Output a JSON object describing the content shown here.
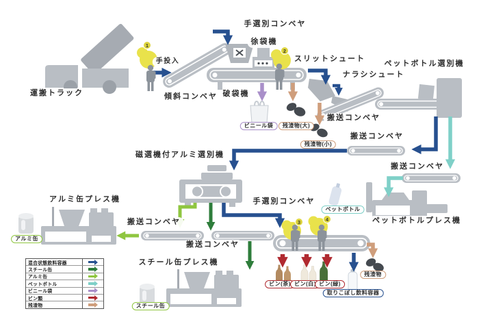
{
  "colors": {
    "mixed": "#27508f",
    "steel": "#2e7d3b",
    "aluminum": "#8fc640",
    "pet": "#7fd0c8",
    "vinyl": "#a98fc9",
    "bottles": "#b02a30",
    "residue": "#cf9e7c",
    "machine": "#b9bec4",
    "machine_dark": "#a6abb2",
    "blob": "#454a50",
    "person": "#8c939b",
    "highlight_yellow": "#e9e24b",
    "badge_yellow": "#ddd43e"
  },
  "labels": {
    "truck": "運搬トラック",
    "hand_input": "手投入",
    "incline_conveyor": "傾斜コンベヤ",
    "hand_sort_conveyor_top": "手選別コンベヤ",
    "bag_breaker": "破袋機",
    "bag_remover": "徐袋機",
    "slit_chute": "スリットシュート",
    "narashi_chute": "ナラシシュート",
    "pet_sorter": "ペットボトル選別機",
    "transport_conveyor": "搬送コンベヤ",
    "magnetic_aluminum_sorter": "磁選機付アルミ選別機",
    "hand_sort_conveyor_bottom": "手選別コンベヤ",
    "aluminum_press": "アルミ缶プレス機",
    "steel_press": "スチール缶プレス機",
    "pet_press": "ペットボトルプレス機",
    "vinyl_bag": "ビニール袋",
    "residue_large": "残渣物(大)",
    "residue_small": "残渣物(小)",
    "residue": "残渣物",
    "aluminum_can": "アルミ缶",
    "steel_can": "スチール缶",
    "pet_bottle": "ペットボトル",
    "bottle_brown": "ビン(茶)",
    "bottle_white": "ビン(白)",
    "bottle_green": "ビン(緑)",
    "missed_containers": "取りこぼし飲料容器"
  },
  "steps": {
    "s1": "1",
    "s2": "2",
    "s3": "3",
    "s4": "4"
  },
  "legend": {
    "rows": [
      {
        "label": "混合状態飲料容器",
        "color": "mixed"
      },
      {
        "label": "スチール缶",
        "color": "steel"
      },
      {
        "label": "アルミ缶",
        "color": "aluminum"
      },
      {
        "label": "ペットボトル",
        "color": "pet"
      },
      {
        "label": "ビニール袋",
        "color": "vinyl"
      },
      {
        "label": "ビン類",
        "color": "bottles"
      },
      {
        "label": "残渣物",
        "color": "residue"
      }
    ]
  }
}
